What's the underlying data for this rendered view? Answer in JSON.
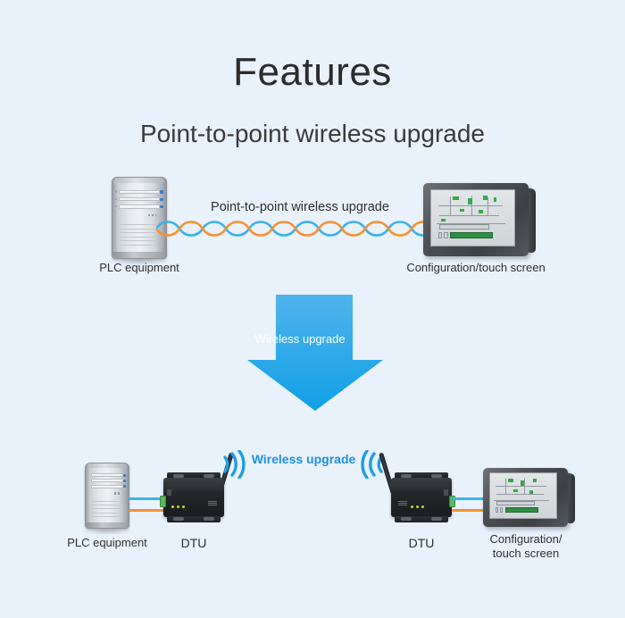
{
  "page": {
    "background_color": "#e9f1fb",
    "title": "Features",
    "subtitle": "Point-to-point wireless upgrade"
  },
  "colors": {
    "accent_blue": "#1f8fe0",
    "cable_blue": "#3cb2e8",
    "cable_orange": "#f49234",
    "arrow_top": "#4fb4ec",
    "arrow_bottom": "#16a3e6",
    "text_dark": "#2f2f2f",
    "device_black": "#232629",
    "terminal_green": "#5cb85c"
  },
  "diagram_top": {
    "link_label": "Point-to-point wireless upgrade",
    "left_device_label": "PLC equipment",
    "right_device_label": "Configuration/touch screen",
    "connection_type": "twisted-pair-cable",
    "wave_colors": [
      "#3cb2e8",
      "#f49234"
    ]
  },
  "transition_arrow": {
    "label": "Wireless upgrade",
    "direction": "down",
    "fill_top": "#4fb4ec",
    "fill_bottom": "#16a3e6"
  },
  "diagram_bottom": {
    "wireless_label": "Wireless upgrade",
    "devices": [
      {
        "label": "PLC equipment",
        "type": "plc-tower"
      },
      {
        "label": "DTU",
        "type": "dtu-module"
      },
      {
        "label": "DTU",
        "type": "dtu-module"
      },
      {
        "label": "Configuration/\ntouch screen",
        "type": "hmi-panel"
      }
    ],
    "cable_colors": [
      "#3cb2e8",
      "#f49234"
    ]
  }
}
